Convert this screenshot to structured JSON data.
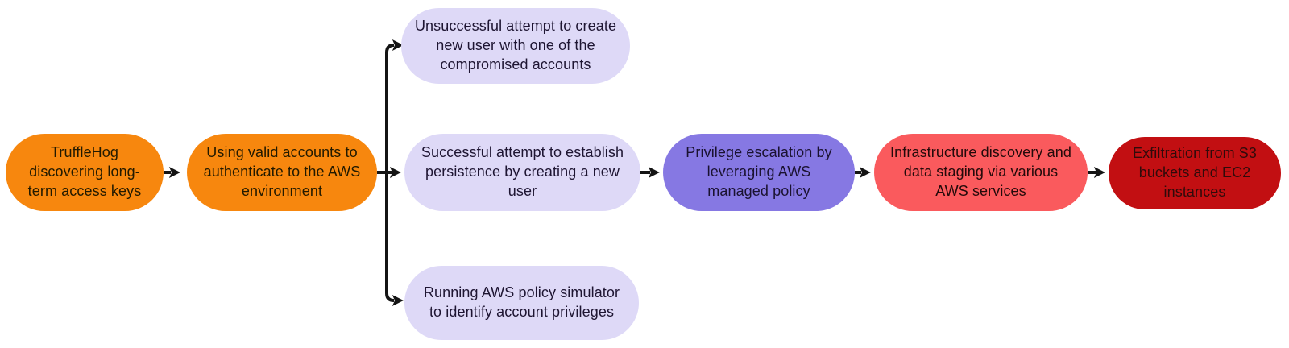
{
  "diagram": {
    "type": "flow-diagram",
    "arrow_color": "#141414",
    "background_color": "#ffffff",
    "nodes": [
      {
        "id": "trufflehog",
        "label": "TruffleHog discovering long-term access keys",
        "bg": "#F7870E",
        "fg": "#221a00"
      },
      {
        "id": "valid-accounts",
        "label": "Using valid accounts to authenticate to the AWS environment",
        "bg": "#F7870E",
        "fg": "#221a00"
      },
      {
        "id": "unsuccessful",
        "label": "Unsuccessful attempt to create new user with one of the compromised accounts",
        "bg": "#DED9F7",
        "fg": "#1e1532"
      },
      {
        "id": "persistence",
        "label": "Successful attempt to establish persistence by creating a new user",
        "bg": "#DED9F7",
        "fg": "#1e1532"
      },
      {
        "id": "policy-sim",
        "label": "Running AWS policy simulator to identify account privileges",
        "bg": "#DED9F7",
        "fg": "#1e1532"
      },
      {
        "id": "priv-esc",
        "label": "Privilege escalation by leveraging AWS managed policy",
        "bg": "#8678E3",
        "fg": "#1a1230"
      },
      {
        "id": "discovery",
        "label": "Infrastructure discovery and data staging via various AWS services",
        "bg": "#FA5A5D",
        "fg": "#230a0a"
      },
      {
        "id": "exfiltration",
        "label": "Exfiltration from S3 buckets and EC2 instances",
        "bg": "#C20F12",
        "fg": "#300b0b"
      }
    ],
    "edges": [
      {
        "from": "trufflehog",
        "to": "valid-accounts"
      },
      {
        "from": "valid-accounts",
        "to": "unsuccessful"
      },
      {
        "from": "valid-accounts",
        "to": "persistence"
      },
      {
        "from": "valid-accounts",
        "to": "policy-sim"
      },
      {
        "from": "persistence",
        "to": "priv-esc"
      },
      {
        "from": "priv-esc",
        "to": "discovery"
      },
      {
        "from": "discovery",
        "to": "exfiltration"
      }
    ]
  }
}
